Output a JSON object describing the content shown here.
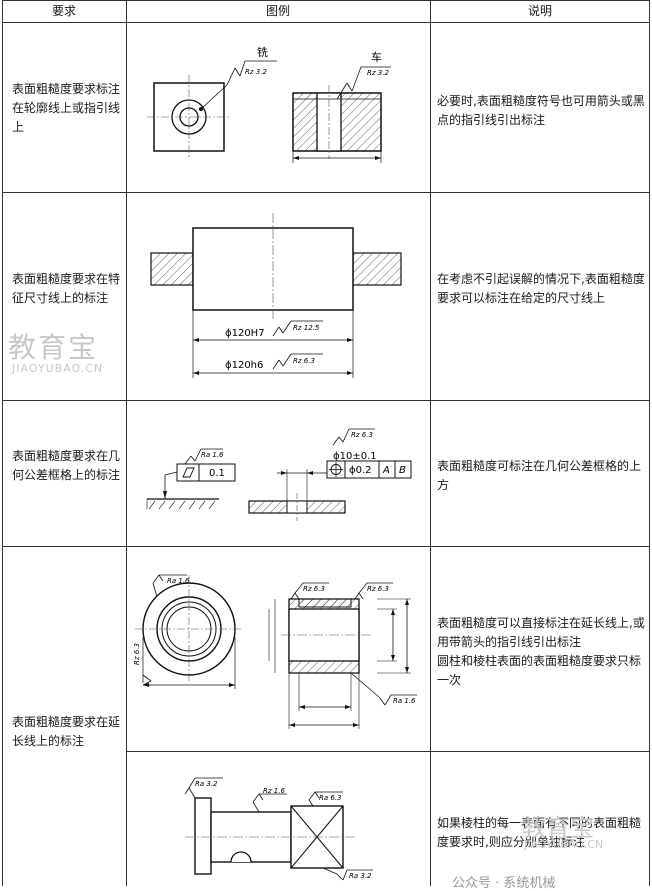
{
  "header": {
    "col1": "要求",
    "col2": "图例",
    "col3": "说明"
  },
  "rows": [
    {
      "requirement": "表面粗糙度要求标注在轮廓线上或指引线上",
      "explanation": "必要时,表面粗糙度符号也可用箭头或黑点的指引线引出标注",
      "figure": {
        "label1": "铣",
        "value1": "Rz 3.2",
        "label2": "车",
        "value2": "Rz 3.2"
      }
    },
    {
      "requirement": "表面粗糙度要求在特征尺寸线上的标注",
      "explanation": "在考虑不引起误解的情况下,表面粗糙度要求可以标注在给定的尺寸线上",
      "figure": {
        "dim1": "ϕ120H7",
        "value1": "Rz 12.5",
        "dim2": "ϕ120h6",
        "value2": "Rz 6.3"
      }
    },
    {
      "requirement": "表面粗糙度要求在几何公差框格上的标注",
      "explanation": "表面粗糙度可标注在几何公差框格的上方",
      "figure": {
        "value1": "Ra 1.6",
        "tol1": "0.1",
        "value2": "Rz 6.3",
        "dim": "ϕ10±0.1",
        "tol2": "ϕ0.2",
        "datumA": "A",
        "datumB": "B"
      }
    },
    {
      "requirement": "表面粗糙度要求在延长线上的标注",
      "explanation": "表面粗糙度可以直接标注在延长线上,或用带箭头的指引线引出标注\n圆柱和棱柱表面的表面粗糙度要求只标一次",
      "figure": {
        "value1": "Ra 1.6",
        "value2": "Rz 6.3",
        "value3": "Rz 6.3",
        "value4": "Rz 6.3",
        "value5": "Ra 1.6"
      }
    },
    {
      "explanation": "如果棱柱的每一表面有不同的表面粗糙度要求时,则应分别单独标注",
      "figure": {
        "value1": "Ra 3.2",
        "value2": "Rz 1.6",
        "value3": "Ra 6.3",
        "value4": "Ra 3.2"
      }
    }
  ],
  "watermark": {
    "text1": "教育宝",
    "text2": "JIAOYUBAO.CN",
    "text3": "教育宝",
    "text4": "JIAOYUBAO.CN",
    "text5": "公众号 · 系统机械"
  }
}
